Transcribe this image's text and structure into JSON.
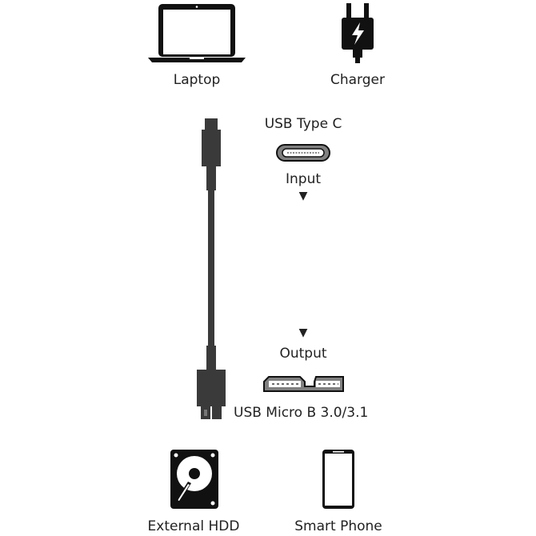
{
  "devices_top": [
    {
      "label": "Laptop",
      "icon": "laptop-icon"
    },
    {
      "label": "Charger",
      "icon": "charger-icon"
    }
  ],
  "cable": {
    "input": {
      "connector": "USB Type C",
      "direction": "Input",
      "arrow": "▼",
      "icon": "usb-c-port-icon"
    },
    "output": {
      "connector": "USB Micro B 3.0/3.1",
      "direction": "Output",
      "arrow": "▼",
      "icon": "usb-micro-b-port-icon"
    }
  },
  "devices_bottom": [
    {
      "label": "External HDD",
      "icon": "hard-drive-icon"
    },
    {
      "label": "Smart Phone",
      "icon": "smartphone-icon"
    }
  ],
  "colors": {
    "icon": "#111111",
    "cable": "#3a3a3a",
    "port_fill": "#808080"
  }
}
